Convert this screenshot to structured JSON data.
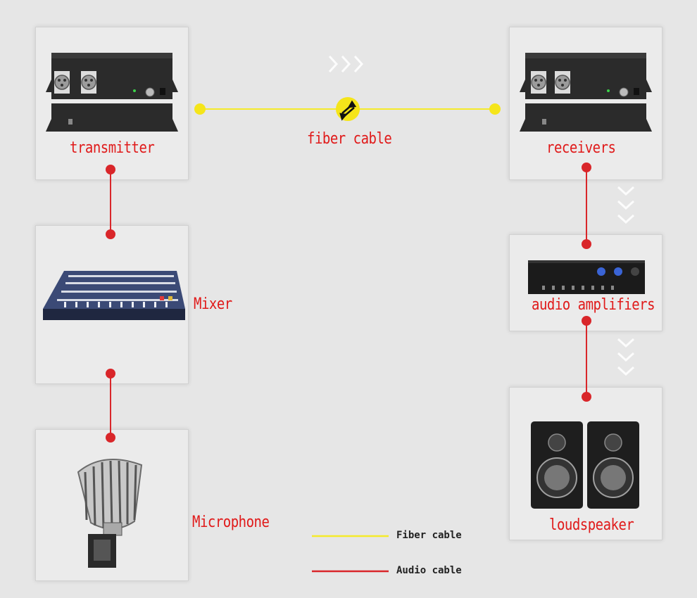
{
  "devices": {
    "transmitter": "transmitter",
    "receivers": "receivers",
    "mixer": "Mixer",
    "microphone": "Microphone",
    "audio_amplifiers": "audio amplifiers",
    "loudspeaker": "loudspeaker"
  },
  "link_label": "fiber cable",
  "legend": {
    "fiber": "Fiber cable",
    "audio": "Audio cable"
  },
  "colors": {
    "fiber": "#f5ea2a",
    "audio": "#d9262a",
    "label": "#e01a1a"
  }
}
